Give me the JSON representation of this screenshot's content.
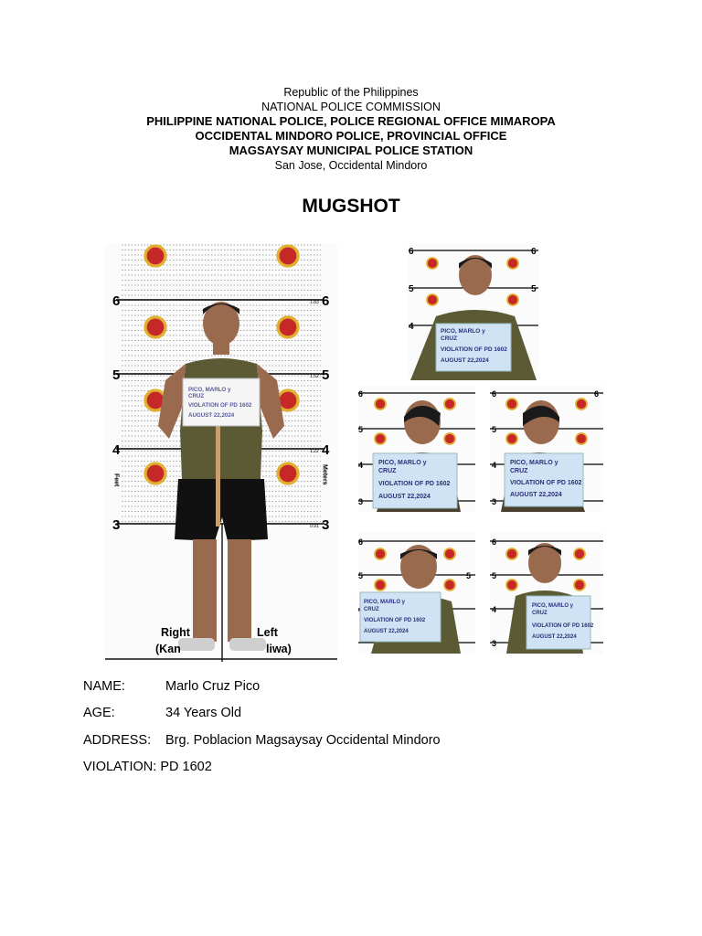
{
  "header": {
    "line1": "Republic of the Philippines",
    "line2": "NATIONAL POLICE COMMISSION",
    "line3": "PHILIPPINE NATIONAL POLICE, POLICE REGIONAL OFFICE MIMAROPA",
    "line4": "OCCIDENTAL MINDORO POLICE, PROVINCIAL OFFICE",
    "line5": "MAGSAYSAY MUNICIPAL POLICE STATION",
    "line6": "San Jose, Occidental Mindoro"
  },
  "title": "MUGSHOT",
  "placard": {
    "name1": "PICO, MARLO y",
    "name2": "CRUZ",
    "violation": "VIOLATION OF PD 1602",
    "date": "AUGUST 22,2024"
  },
  "full_body": {
    "right_label": "Right",
    "right_sub": "(Kan",
    "left_label": "Left",
    "left_sub": "liwa)",
    "feet_label": "Feet",
    "meters_label": "Meters",
    "scale_ft": [
      "6",
      "5",
      "4",
      "3"
    ],
    "scale_m": [
      "1.83",
      "1.52",
      "1.22",
      "0.91"
    ]
  },
  "info": {
    "name_label": "NAME:",
    "name_value": "Marlo Cruz Pico",
    "age_label": "AGE:",
    "age_value": "34 Years Old",
    "address_label": "ADDRESS:",
    "address_value": "Brg. Poblacion Magsaysay Occidental Mindoro",
    "violation_label": "VIOLATION:",
    "violation_value": "PD 1602"
  },
  "colors": {
    "placard": "#cfe3f5",
    "placard_text": "#2b2f7a",
    "shirt": "#5b5a34",
    "skin": "#9a6a4e",
    "badge_red": "#c62828",
    "badge_gold": "#e0b030"
  }
}
